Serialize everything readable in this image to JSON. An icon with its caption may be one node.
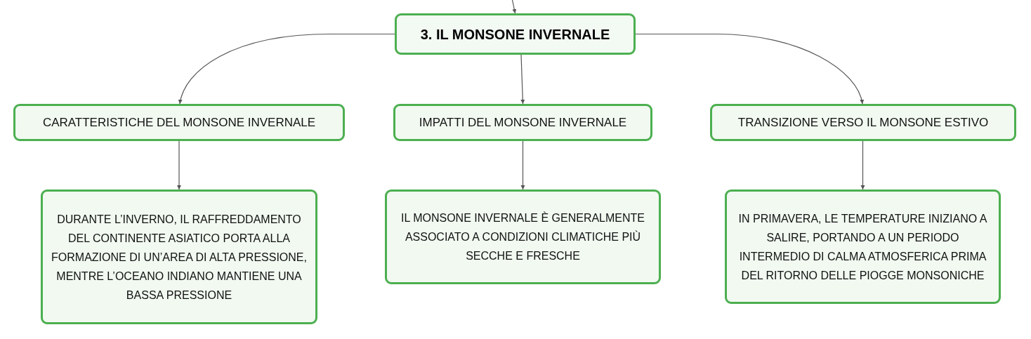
{
  "diagram": {
    "nodes": [
      {
        "text": [
          "3. IL MONSONE INVERNALE"
        ]
      },
      {
        "text": [
          "CARATTERISTICHE DEL MONSONE INVERNALE"
        ]
      },
      {
        "text": [
          "IMPATTI DEL MONSONE INVERNALE"
        ]
      },
      {
        "text": [
          "TRANSIZIONE VERSO IL MONSONE ESTIVO"
        ]
      },
      {
        "text": [
          "DURANTE L’INVERNO, IL RAFFREDDAMENTO DEL CONTINENTE ASIATICO PORTA ALLA FORMAZIONE DI UN’AREA DI ALTA PRESSIONE, MENTRE L’OCEANO INDIANO MANTIENE UNA BASSA PRESSIONE"
        ]
      },
      {
        "text": [
          "IL MONSONE INVERNALE È GENERALMENTE ASSOCIATO A CONDIZIONI CLIMATICHE PIÙ SECCHE E FRESCHE"
        ]
      },
      {
        "text": [
          "IN PRIMAVERA, LE TEMPERATURE INIZIANO A SALIRE, PORTANDO A UN PERIODO INTERMEDIO DI CALMA ATMOSFERICA PRIMA DEL RITORNO DELLE PIOGGE MONSONICHE"
        ]
      }
    ],
    "edges": [
      {
        "from": null,
        "to": 0,
        "arrow": "to"
      },
      {
        "from": 0,
        "to": 1,
        "arrow": "to"
      },
      {
        "from": 0,
        "to": 2,
        "arrow": "to"
      },
      {
        "from": 0,
        "to": 3,
        "arrow": "to"
      },
      {
        "from": 1,
        "to": 4,
        "arrow": "to"
      },
      {
        "from": 2,
        "to": 5,
        "arrow": "to"
      },
      {
        "from": 3,
        "to": 6,
        "arrow": "to"
      }
    ]
  }
}
